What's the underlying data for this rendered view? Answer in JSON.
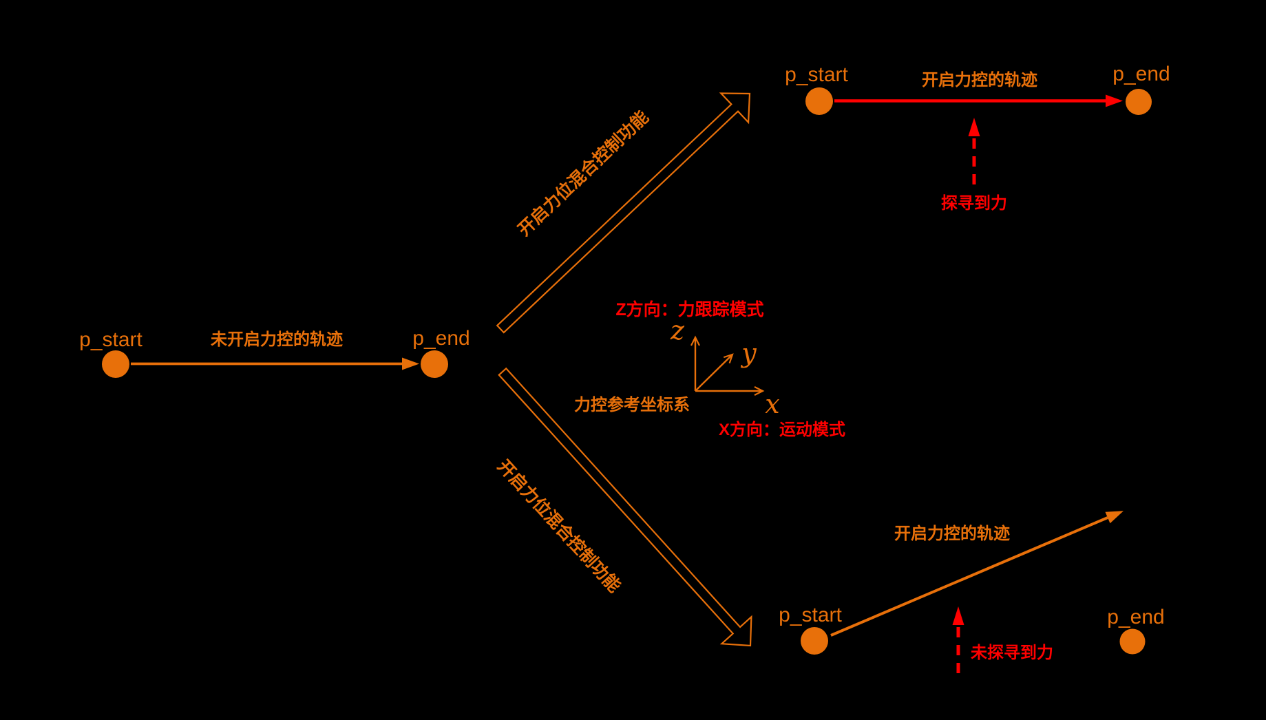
{
  "colors": {
    "orange": "#E8700A",
    "red": "#FF0000",
    "background": "#000000"
  },
  "left_section": {
    "p_start_label": "p_start",
    "p_end_label": "p_end",
    "trajectory_label": "未开启力控的轨迹"
  },
  "hybrid_control_arrows": {
    "upper_label": "开启力位混合控制功能",
    "lower_label": "开启力位混合控制功能"
  },
  "coordinate_system": {
    "caption": "力控参考坐标系",
    "z_mode_label": "Z方向：力跟踪模式",
    "x_mode_label": "X方向：运动模式",
    "z_axis_letter": "z",
    "y_axis_letter": "y",
    "x_axis_letter": "x"
  },
  "force_detected_section": {
    "p_start_label": "p_start",
    "p_end_label": "p_end",
    "trajectory_label": "开启力控的轨迹",
    "force_label": "探寻到力"
  },
  "force_not_detected_section": {
    "p_start_label": "p_start",
    "p_end_label": "p_end",
    "trajectory_label": "开启力控的轨迹",
    "force_label": "未探寻到力"
  }
}
